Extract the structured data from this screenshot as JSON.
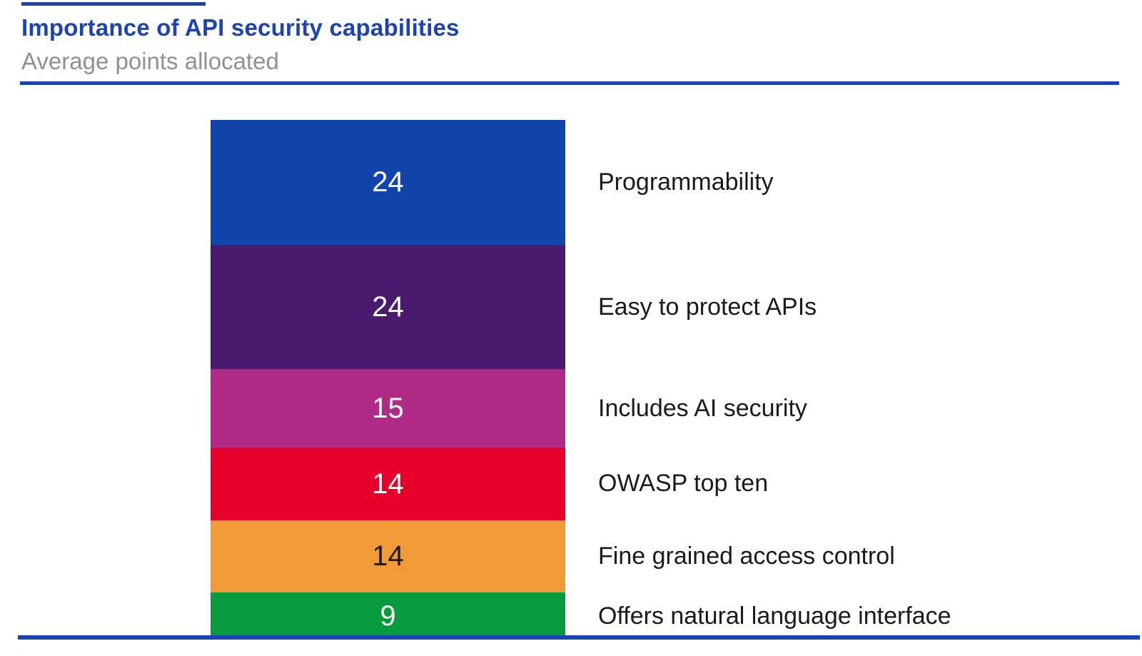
{
  "header": {
    "title": "Importance of API security capabilities",
    "subtitle": "Average points allocated"
  },
  "colors": {
    "accent_blue": "#1743B3",
    "title_text": "#1B44AE",
    "subtitle_text": "#909090",
    "label_text": "#1A1A1A"
  },
  "chart_data": {
    "type": "bar",
    "variant": "single-column-stacked",
    "title": "Importance of API security capabilities",
    "subtitle": "Average points allocated",
    "total_points": 100,
    "grid": false,
    "legend_position": "right-of-bar",
    "segments": [
      {
        "label": "Programmability",
        "value": 24,
        "color": "#1244A9",
        "value_text_color": "#FFFFFF"
      },
      {
        "label": "Easy to protect APIs",
        "value": 24,
        "color": "#481A70",
        "value_text_color": "#FFFFFF"
      },
      {
        "label": "Includes AI security",
        "value": 15,
        "color": "#AF2B87",
        "value_text_color": "#FFFFFF"
      },
      {
        "label": "OWASP top ten",
        "value": 14,
        "color": "#E6002B",
        "value_text_color": "#FFFFFF"
      },
      {
        "label": "Fine grained access control",
        "value": 14,
        "color": "#F09A38",
        "value_text_color": "#1A1A1A"
      },
      {
        "label": "Offers natural language interface",
        "value": 9,
        "color": "#079B3D",
        "value_text_color": "#FFFFFF"
      }
    ]
  }
}
